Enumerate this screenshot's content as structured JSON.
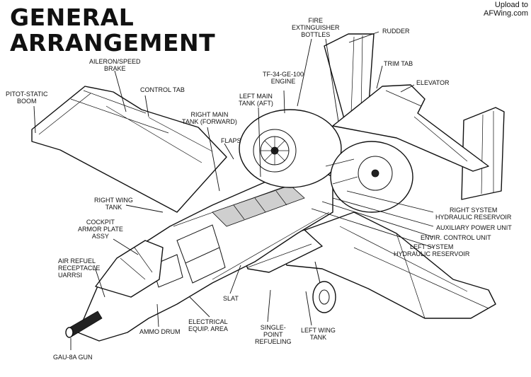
{
  "title": {
    "line1": "GENERAL",
    "line2": "ARRANGEMENT"
  },
  "watermark": {
    "line1": "Upload to",
    "line2": "AFWing.com"
  },
  "labels": {
    "fire_extinguisher_bottles": "FIRE\nEXTINGUISHER\nBOTTLES",
    "rudder": "RUDDER",
    "aileron_speed_brake": "AILERON/SPEED\nBRAKE",
    "trim_tab": "TRIM TAB",
    "tf34_engine": "TF-34-GE-100\nENGINE",
    "elevator": "ELEVATOR",
    "pitot_static_boom": "PITOT-STATIC\nBOOM",
    "control_tab": "CONTROL TAB",
    "left_main_tank_aft": "LEFT MAIN\nTANK (AFT)",
    "right_main_tank_forward": "RIGHT MAIN\nTANK (FORWARD)",
    "flaps": "FLAPS",
    "right_wing_tank": "RIGHT WING\nTANK",
    "cockpit_armor_plate": "COCKPIT\nARMOR PLATE\nASSY",
    "right_system_hydraulic_reservoir": "RIGHT SYSTEM\nHYDRAULIC RESERVOIR",
    "auxiliary_power_unit": "AUXILIARY POWER UNIT",
    "envir_control_unit": "ENVIR. CONTROL UNIT",
    "left_system_hydraulic_reservoir": "LEFT SYSTEM\nHYDRAULIC RESERVOIR",
    "air_refuel_receptacle": "AIR REFUEL\nRECEPTACLE\nUARRSI",
    "slat": "SLAT",
    "electrical_equip_area": "ELECTRICAL\nEQUIP. AREA",
    "ammo_drum": "AMMO DRUM",
    "single_point_refueling": "SINGLE-\nPOINT\nREFUELING",
    "left_wing_tank": "LEFT WING\nTANK",
    "gau8a_gun": "GAU-8A GUN"
  }
}
